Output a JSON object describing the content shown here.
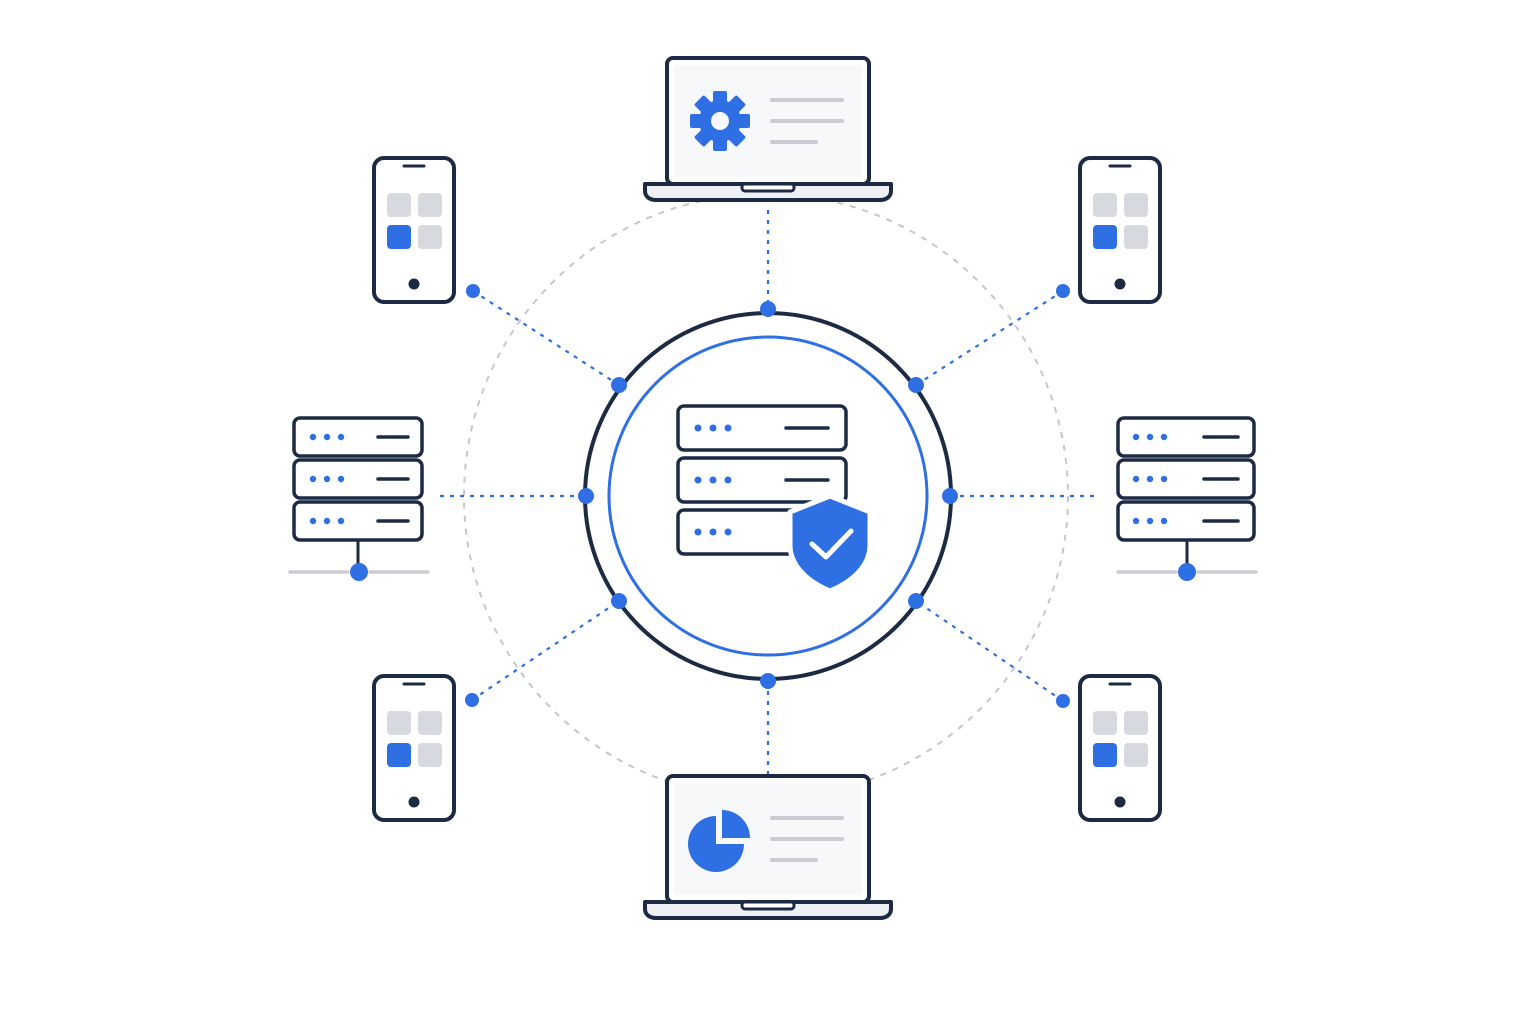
{
  "colors": {
    "background": "#ffffff",
    "outline": "#1c2a44",
    "accent": "#2f6fe4",
    "muted_fill": "#d6d9df",
    "muted_line": "#c9ccd3",
    "light_fill": "#f4f5f7",
    "dashed_ring": "#c4c7cd"
  },
  "hub": {
    "icon": "server-stack-icon",
    "badge_icon": "shield-check-icon"
  },
  "nodes": [
    {
      "id": "laptop-top",
      "kind": "laptop",
      "screen_icon": "gear-icon"
    },
    {
      "id": "laptop-bottom",
      "kind": "laptop",
      "screen_icon": "pie-chart-icon"
    },
    {
      "id": "phone-top-left",
      "kind": "phone",
      "screen_icon": "app-grid-icon"
    },
    {
      "id": "phone-top-right",
      "kind": "phone",
      "screen_icon": "app-grid-icon"
    },
    {
      "id": "phone-bottom-left",
      "kind": "phone",
      "screen_icon": "app-grid-icon"
    },
    {
      "id": "phone-bottom-right",
      "kind": "phone",
      "screen_icon": "app-grid-icon"
    },
    {
      "id": "server-left",
      "kind": "server",
      "screen_icon": "server-rack-icon"
    },
    {
      "id": "server-right",
      "kind": "server",
      "screen_icon": "server-rack-icon"
    }
  ],
  "connections": [
    "laptop-top",
    "laptop-bottom",
    "phone-top-left",
    "phone-top-right",
    "phone-bottom-left",
    "phone-bottom-right",
    "server-left",
    "server-right"
  ]
}
